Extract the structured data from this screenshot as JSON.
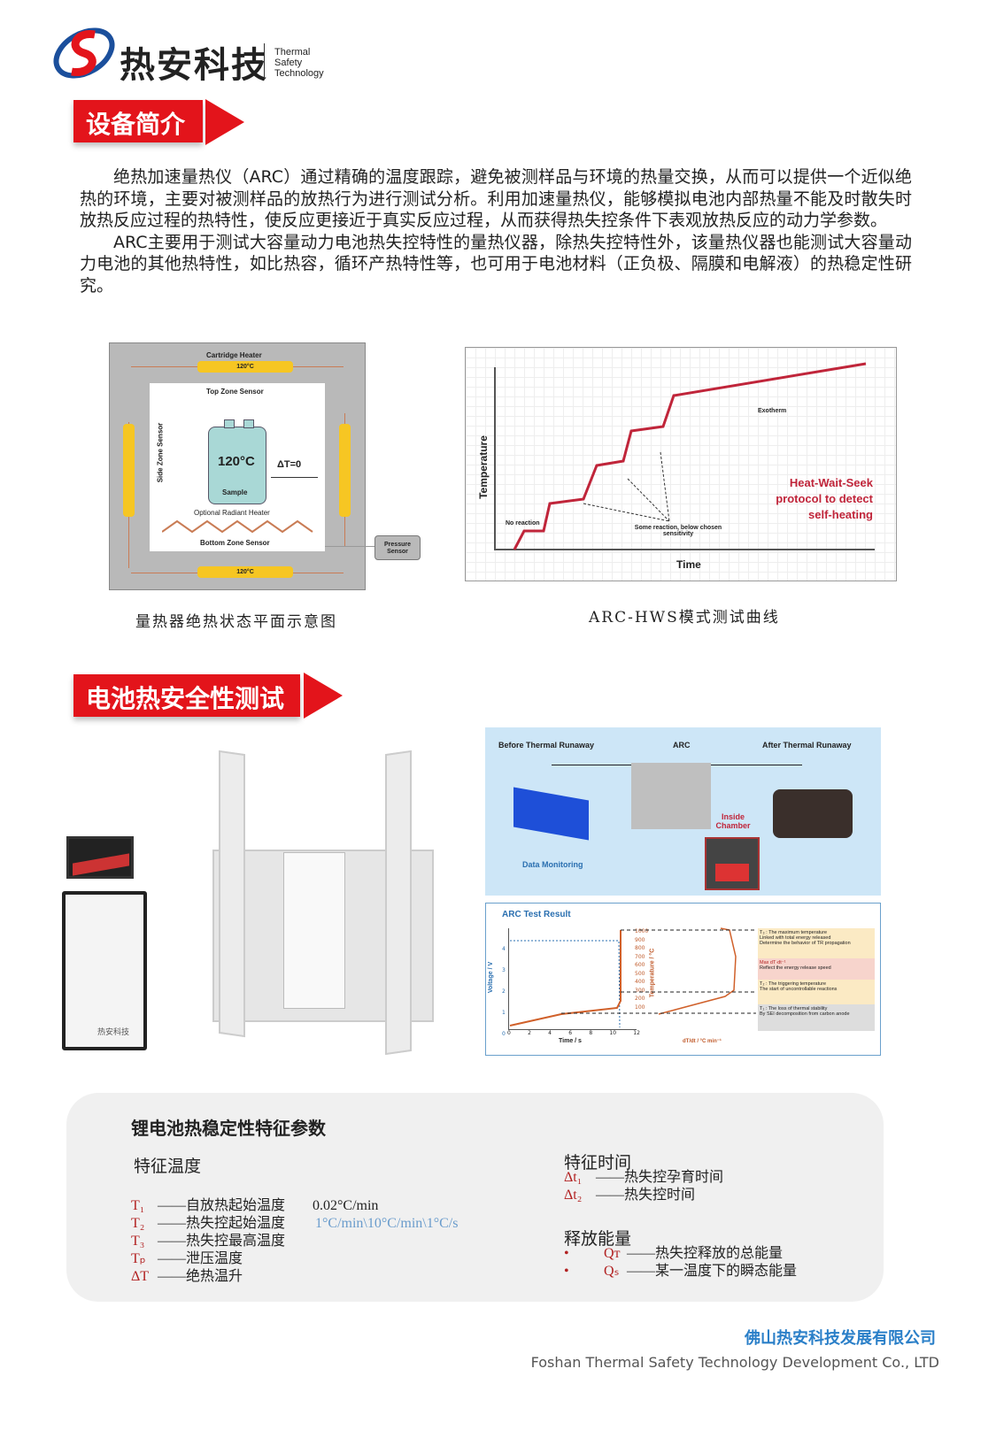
{
  "logo": {
    "cn": "热安科技",
    "en": [
      "Thermal",
      "Safety",
      "Technology"
    ]
  },
  "section1": {
    "title": "设备简介",
    "paragraphs": [
      "绝热加速量热仪（ARC）通过精确的温度跟踪，避免被测样品与环境的热量交换，从而可以提供一个近似绝热的环境，主要对被测样品的放热行为进行测试分析。利用加速量热仪，能够模拟电池内部热量不能及时散失时放热反应过程的热特性，使反应更接近于真实反应过程，从而获得热失控条件下表观放热反应的动力学参数。",
      "ARC主要用于测试大容量动力电池热失控特性的量热仪器，除热失控特性外，该量热仪器也能测试大容量动力电池的其他热特性，如比热容，循环产热特性等，也可用于电池材料（正负极、隔膜和电解液）的热稳定性研究。"
    ]
  },
  "diagram": {
    "cartridge_heater": "Cartridge Heater",
    "heater_temp": "120°C",
    "top_sensor": "Top Zone Sensor",
    "side_sensor": "Side Zone Sensor",
    "sample_temp": "120°C",
    "sample": "Sample",
    "delta": "ΔT=0",
    "radiant": "Optional Radiant Heater",
    "bottom_sensor": "Bottom Zone Sensor",
    "pressure": "Pressure Sensor",
    "caption": "量热器绝热状态平面示意图"
  },
  "hws_chart": {
    "ylabel": "Temperature",
    "xlabel": "Time",
    "no_reaction": "No reaction",
    "some_reaction": "Some reaction, below chosen sensitivity",
    "exotherm": "Exotherm",
    "protocol": [
      "Heat-Wait-Seek",
      "protocol to detect",
      "self-heating"
    ],
    "caption": "ARC-HWS模式测试曲线"
  },
  "section2": {
    "title": "电池热安全性测试"
  },
  "photos": {
    "brand_label": "热安科技"
  },
  "runaway": {
    "before": "Before Thermal Runaway",
    "arc": "ARC",
    "after": "After Thermal Runaway",
    "inside": "Inside Chamber",
    "monitoring": "Data Monitoring",
    "result_title": "ARC Test Result",
    "volt_label": "Voltage / V",
    "temp_label": "Temperature / °C",
    "time_label": "Time / s",
    "dtdt_label": "dT/dt / °C min⁻¹",
    "volt_ticks": [
      "0",
      "1",
      "2",
      "3",
      "4"
    ],
    "temp_ticks": [
      "1000",
      "900",
      "800",
      "700",
      "600",
      "500",
      "400",
      "300",
      "200",
      "100"
    ],
    "time_ticks": [
      "0",
      "2",
      "4",
      "6",
      "8",
      "10",
      "12"
    ],
    "notes": [
      {
        "title": "T₃ : The maximum temperature",
        "items": [
          "Linked with total energy released",
          "Determine the behavior of TR propagation"
        ]
      },
      {
        "title": "Max dT·dt⁻¹",
        "items": [
          "Reflect the energy release speed"
        ]
      },
      {
        "title": "T₂ : The triggering temperature",
        "items": [
          "The start of uncontrollable reactions"
        ]
      },
      {
        "title": "T₁ : The loss of thermal stability",
        "items": [
          "By SEI decomposition from carbon anode"
        ]
      }
    ]
  },
  "params": {
    "title": "锂电池热稳定性特征参数",
    "temp": {
      "heading": "特征温度",
      "rows": [
        {
          "sym": "T₁",
          "desc": "——自放热起始温度",
          "val": "0.02°C/min"
        },
        {
          "sym": "T₂",
          "desc": "——热失控起始温度",
          "val": "1°C/min\\10°C/min\\1°C/s"
        },
        {
          "sym": "T₃",
          "desc": "——热失控最高温度"
        },
        {
          "sym": "Tₚ",
          "desc": "——泄压温度"
        },
        {
          "sym": "ΔT",
          "desc": "——绝热温升"
        }
      ]
    },
    "time": {
      "heading": "特征时间",
      "rows": [
        {
          "sym": "Δt₁",
          "desc": "——热失控孕育时间"
        },
        {
          "sym": "Δt₂",
          "desc": "——热失控时间"
        }
      ]
    },
    "energy": {
      "heading": "释放能量",
      "rows": [
        {
          "sym": "Qᴛ",
          "desc": "——热失控释放的总能量"
        },
        {
          "sym": "Qₛ",
          "desc": "——某一温度下的瞬态能量"
        }
      ]
    }
  },
  "footer": {
    "cn": "佛山热安科技发展有限公司",
    "en": "Foshan Thermal Safety Technology Development Co., LTD"
  }
}
